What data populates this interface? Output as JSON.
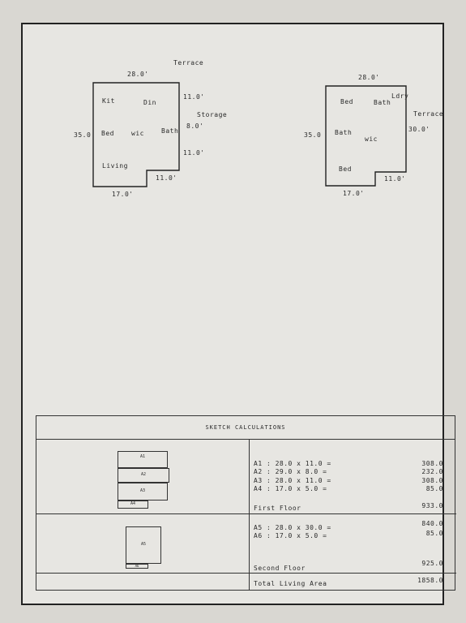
{
  "plan1": {
    "terrace": "Terrace",
    "width_top": "28.0'",
    "kit": "Kit",
    "din": "Din",
    "bed": "Bed",
    "wic": "wic",
    "bath": "Bath",
    "living": "Living",
    "storage": "Storage",
    "dim_right_top": "11.0'",
    "dim_right_mid": "8.0'",
    "dim_right_low": "11.0'",
    "dim_left": "35.0",
    "dim_notch": "11.0'",
    "width_bottom": "17.0'"
  },
  "plan2": {
    "width_top": "28.0'",
    "bed_top": "Bed",
    "bath_top": "Bath",
    "ldry": "Ldry",
    "terrace": "Terrace",
    "dim_right": "30.0'",
    "dim_left": "35.0",
    "bath": "Bath",
    "wic": "wic",
    "bed_bottom": "Bed",
    "dim_notch": "11.0'",
    "width_bottom": "17.0'"
  },
  "calc": {
    "title": "SKETCH CALCULATIONS",
    "first_floor": {
      "boxes": [
        "A1",
        "A2",
        "A3",
        "A4"
      ],
      "rows": [
        {
          "label": "A1 : 28.0 x 11.0 =",
          "value": "308.0"
        },
        {
          "label": "A2 : 29.0 x 8.0 =",
          "value": "232.0"
        },
        {
          "label": "A3 : 28.0 x 11.0 =",
          "value": "308.0"
        },
        {
          "label": "A4 : 17.0 x 5.0 =",
          "value": "85.0"
        }
      ],
      "name": "First Floor",
      "total": "933.0"
    },
    "second_floor": {
      "boxes": [
        "A5",
        "A6"
      ],
      "rows": [
        {
          "label": "A5 : 28.0 x 30.0 =",
          "value": "840.0"
        },
        {
          "label": "A6 : 17.0 x 5.0 =",
          "value": "85.0"
        }
      ],
      "name": "Second Floor",
      "total": "925.0"
    },
    "total_label": "Total Living Area",
    "total_value": "1858.0"
  }
}
